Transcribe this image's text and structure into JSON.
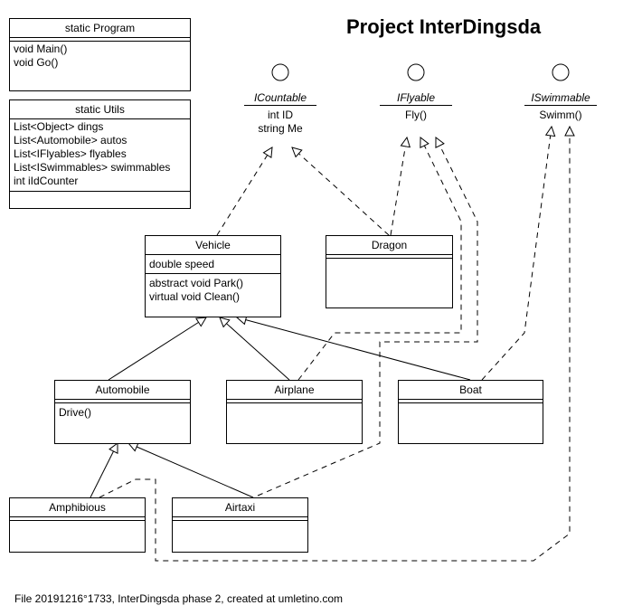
{
  "title": "Project InterDingsda",
  "footer": "File 20191216°1733, InterDingsda phase 2, created at umletino.com",
  "classes": {
    "program": {
      "name": "static Program",
      "methods": [
        "void Main()",
        "void Go()"
      ]
    },
    "utils": {
      "name": "static Utils",
      "fields": [
        "List<Object> dings",
        "List<Automobile> autos",
        "List<IFlyables> flyables",
        "List<ISwimmables> swimmables",
        "int iIdCounter"
      ]
    },
    "vehicle": {
      "name": "Vehicle",
      "fields": [
        "double speed"
      ],
      "methods": [
        "abstract void Park()",
        "virtual void Clean()"
      ]
    },
    "dragon": {
      "name": "Dragon"
    },
    "automobile": {
      "name": "Automobile",
      "methods": [
        "Drive()"
      ]
    },
    "airplane": {
      "name": "Airplane"
    },
    "boat": {
      "name": "Boat"
    },
    "amphibious": {
      "name": "Amphibious"
    },
    "airtaxi": {
      "name": "Airtaxi"
    }
  },
  "interfaces": {
    "countable": {
      "name": "ICountable",
      "members": [
        "int ID",
        "string Me"
      ]
    },
    "flyable": {
      "name": "IFlyable",
      "members": [
        "Fly()"
      ]
    },
    "swimmable": {
      "name": "ISwimmable",
      "members": [
        "Swimm()"
      ]
    }
  }
}
